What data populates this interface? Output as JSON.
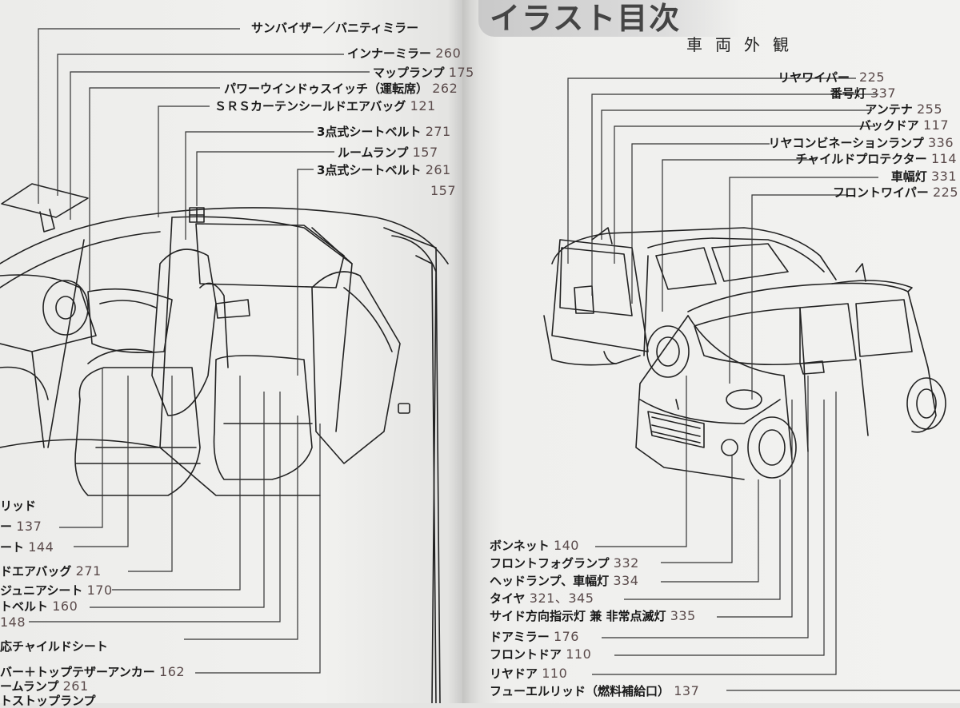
{
  "title": "イラスト目次",
  "subtitle": "車両外観",
  "left_top": [
    {
      "label": "サンバイザー／バニティミラー",
      "page": ""
    },
    {
      "label": "インナーミラー",
      "page": "260"
    },
    {
      "label": "マップランプ",
      "page": "175"
    },
    {
      "label": "パワーウインドゥスイッチ（運転席）",
      "page": "262"
    },
    {
      "label": "ＳＲＳカーテンシールドエアバッグ",
      "page": "121"
    },
    {
      "label": "3点式シートベルト",
      "page": "271"
    },
    {
      "label": "ルームランプ",
      "page": "157"
    },
    {
      "label": "3点式シートベルト",
      "page": "261"
    },
    {
      "label": "",
      "page": "157"
    }
  ],
  "left_bottom": [
    {
      "label": "リッド",
      "page": ""
    },
    {
      "label": "ー",
      "page": "137"
    },
    {
      "label": "ート",
      "page": "144"
    },
    {
      "label": "ドエアバッグ",
      "page": "271"
    },
    {
      "label": "ジュニアシート",
      "page": "170"
    },
    {
      "label": "トベルト",
      "page": "160"
    },
    {
      "label": "",
      "page": "148"
    },
    {
      "label": "応チャイルドシート",
      "page": ""
    },
    {
      "label": "バー＋トップテザーアンカー",
      "page": "162"
    },
    {
      "label": "ームランプ",
      "page": "261"
    },
    {
      "label": "トストップランプ",
      "page": ""
    }
  ],
  "right_top": [
    {
      "label": "リヤワイパー",
      "page": "225"
    },
    {
      "label": "番号灯",
      "page": "337"
    },
    {
      "label": "アンテナ",
      "page": "255"
    },
    {
      "label": "バックドア",
      "page": "117"
    },
    {
      "label": "リヤコンビネーションランプ",
      "page": "336"
    },
    {
      "label": "チャイルドプロテクター",
      "page": "114"
    },
    {
      "label": "車幅灯",
      "page": "331"
    },
    {
      "label": "フロントワイパー",
      "page": "225"
    }
  ],
  "right_bottom": [
    {
      "label": "ボンネット",
      "page": "140"
    },
    {
      "label": "フロントフォグランプ",
      "page": "332"
    },
    {
      "label": "ヘッドランプ、車幅灯",
      "page": "334"
    },
    {
      "label": "タイヤ",
      "page": "321、345"
    },
    {
      "label": "サイド方向指示灯 兼 非常点滅灯",
      "page": "335"
    },
    {
      "label": "ドアミラー",
      "page": "176"
    },
    {
      "label": "フロントドア",
      "page": "110"
    },
    {
      "label": "リヤドア",
      "page": "110"
    },
    {
      "label": "フューエルリッド（燃料補給口）",
      "page": "137"
    }
  ],
  "colors": {
    "ink": "#1a1a1a",
    "page_number": "#5a4a4a",
    "banner": "#cfcfcf"
  }
}
